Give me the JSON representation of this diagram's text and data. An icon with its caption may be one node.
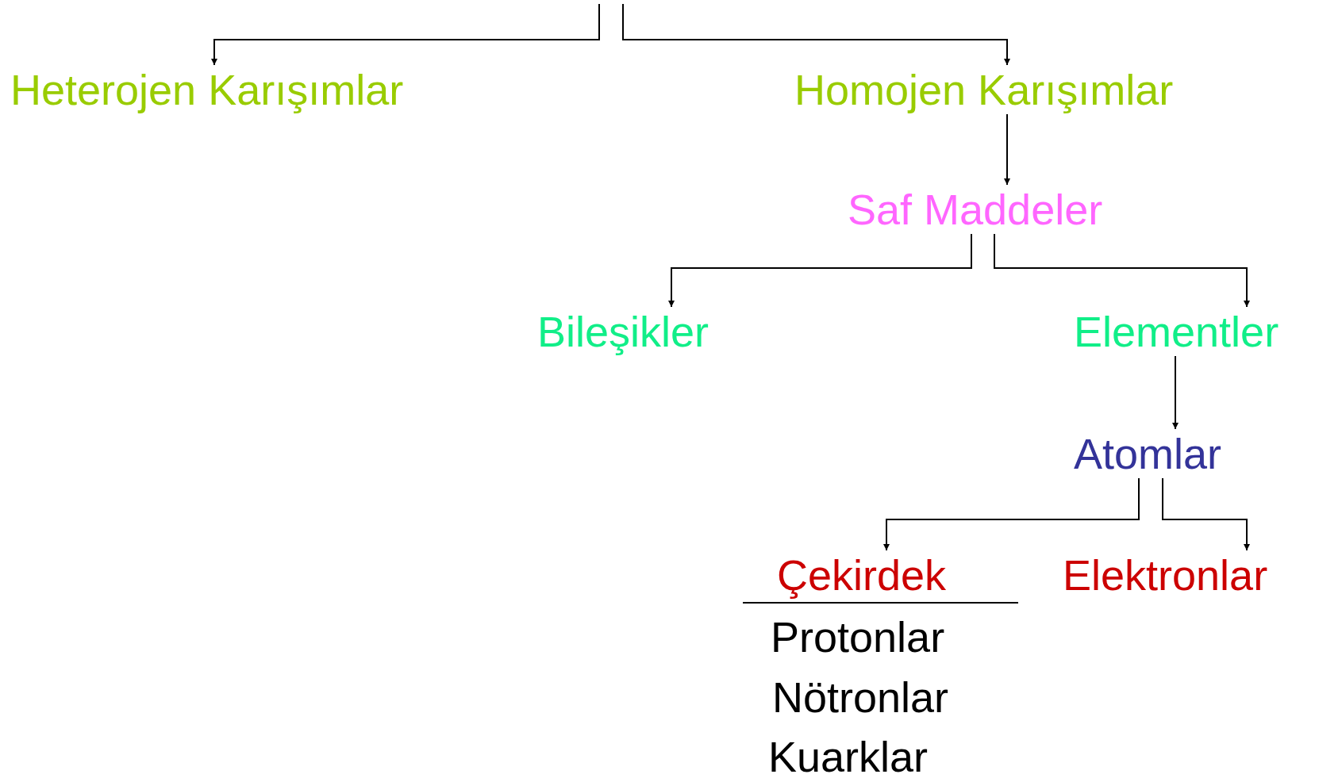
{
  "diagram": {
    "nodes": [
      {
        "text": [
          "Heterojen Karışımlar"
        ]
      },
      {
        "text": [
          "Homojen Karışımlar"
        ]
      },
      {
        "text": [
          "Saf Maddeler"
        ]
      },
      {
        "text": [
          "Bileşikler"
        ]
      },
      {
        "text": [
          "Elementler"
        ]
      },
      {
        "text": [
          "Atomlar"
        ]
      },
      {
        "text": [
          "Çekirdek"
        ],
        "beside": [
          "Protonlar",
          "Nötronlar",
          "Kuarklar"
        ]
      },
      {
        "text": [
          "Elektronlar"
        ]
      }
    ],
    "edges": [
      {
        "from": null,
        "to": 0,
        "arrow": "to"
      },
      {
        "from": null,
        "to": 1,
        "arrow": "to"
      },
      {
        "from": 1,
        "to": 2,
        "arrow": "to"
      },
      {
        "from": 2,
        "to": 3,
        "arrow": "to"
      },
      {
        "from": 2,
        "to": 4,
        "arrow": "to"
      },
      {
        "from": 4,
        "to": 5,
        "arrow": "to"
      },
      {
        "from": 5,
        "to": 6,
        "arrow": "to"
      },
      {
        "from": 5,
        "to": 7,
        "arrow": "to"
      }
    ]
  }
}
